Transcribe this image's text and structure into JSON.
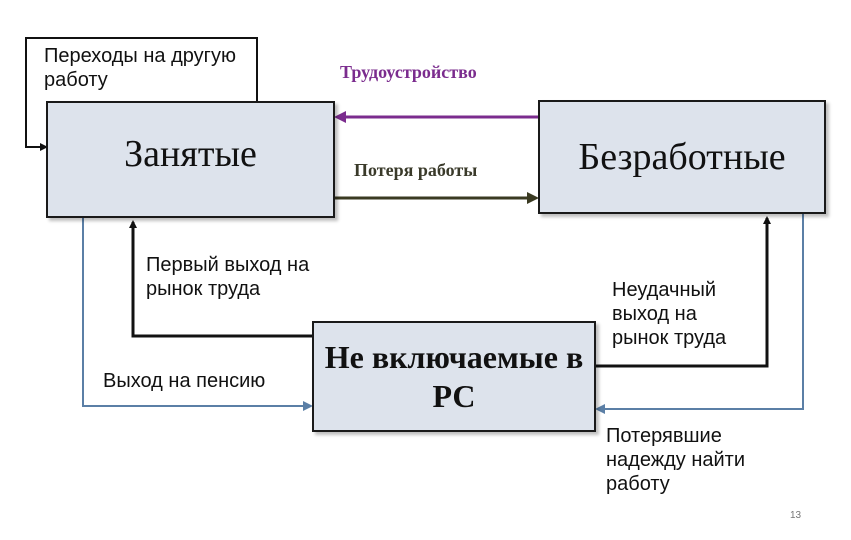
{
  "diagram": {
    "nodes": {
      "employed": "Занятые",
      "unemployed": "Безработные",
      "not_in_labor_force": "Не включаемые в РС"
    },
    "edges": {
      "other_job": "Переходы на другую работу",
      "employment": "Трудоустройство",
      "job_loss": "Потеря работы",
      "first_entry": "Первый выход на рынок труда",
      "retirement": "Выход на пенсию",
      "unsuccessful_entry": "Неудачный выход на рынок труда",
      "discouraged": "Потерявшие надежду найти работу"
    },
    "colors": {
      "employment_arrow": "#7b2c8e",
      "job_loss_arrow": "#3a3a22",
      "black_arrow": "#111111",
      "blue_arrow": "#5b7fa6",
      "box_fill": "#dde3ec"
    }
  },
  "page_number": "13"
}
